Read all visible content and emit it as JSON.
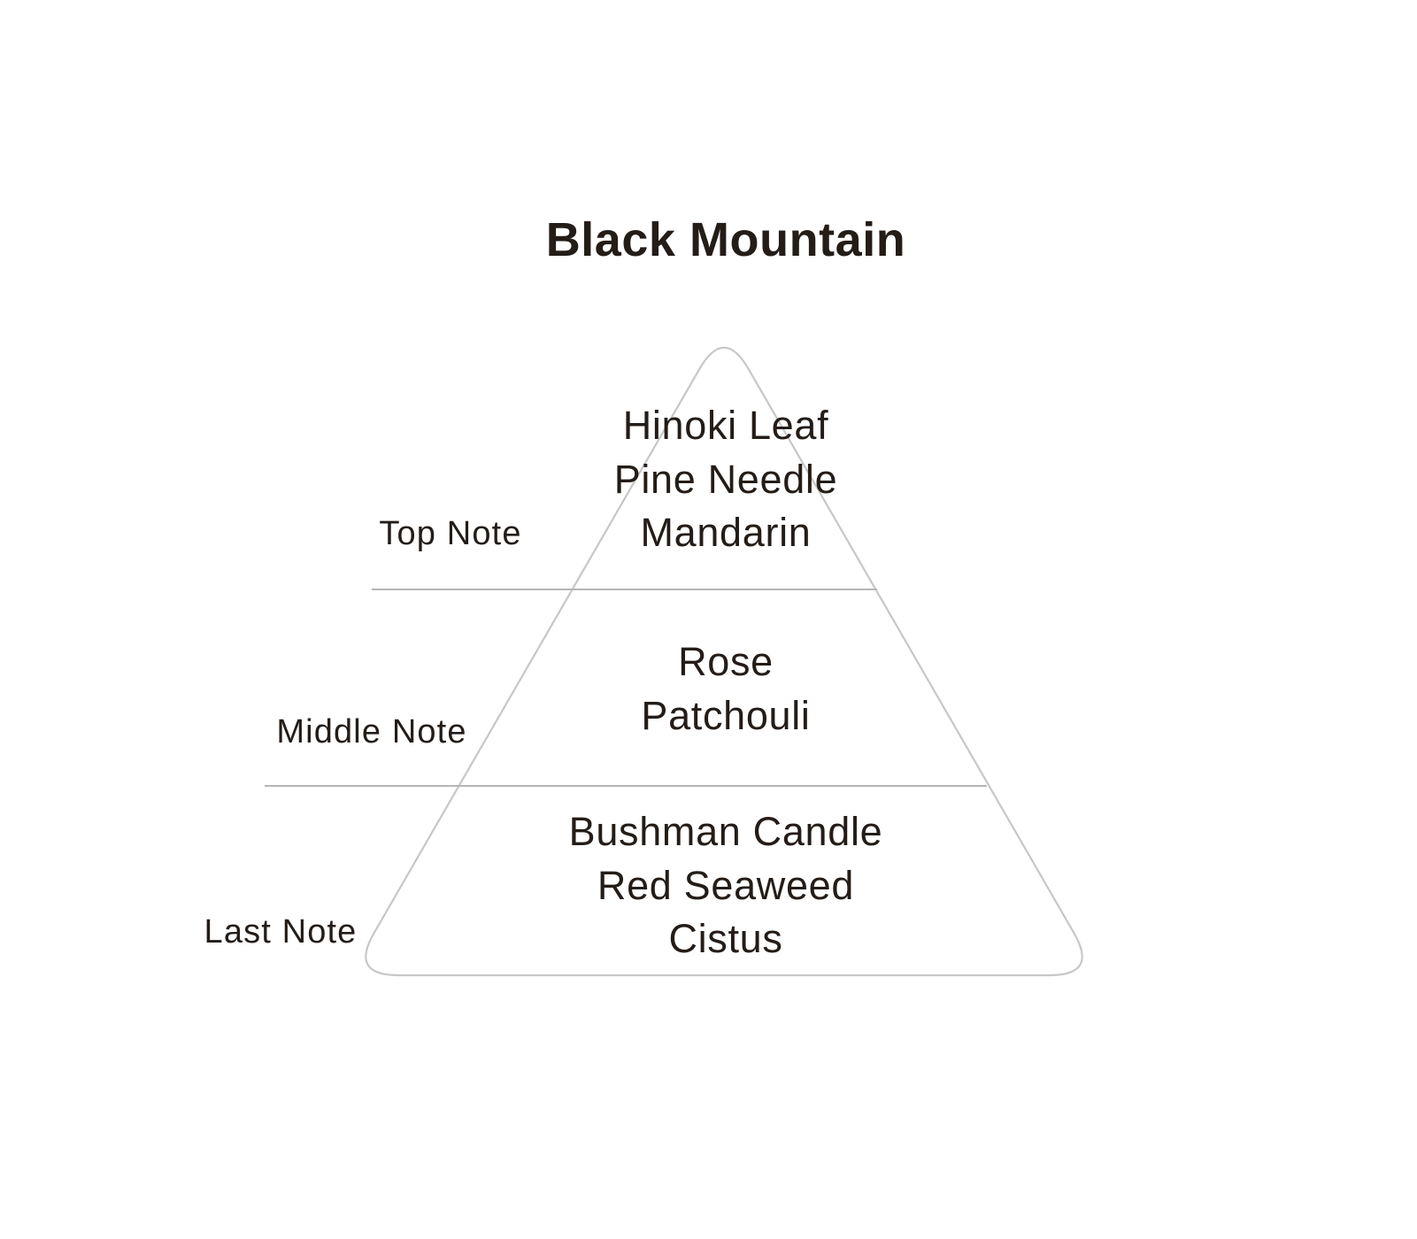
{
  "title": "Black Mountain",
  "pyramid": {
    "levels": [
      {
        "id": "top",
        "label": "Top Note",
        "notes": [
          "Hinoki Leaf",
          "Pine Needle",
          "Mandarin"
        ]
      },
      {
        "id": "middle",
        "label": "Middle Note",
        "notes": [
          "Rose",
          "Patchouli"
        ]
      },
      {
        "id": "last",
        "label": "Last Note",
        "notes": [
          "Bushman Candle",
          "Red Seaweed",
          "Cistus"
        ]
      }
    ]
  },
  "colors": {
    "text": "#241c17",
    "outline": "#c7c7c7",
    "divider": "#b5b5b5",
    "background": "#ffffff"
  }
}
